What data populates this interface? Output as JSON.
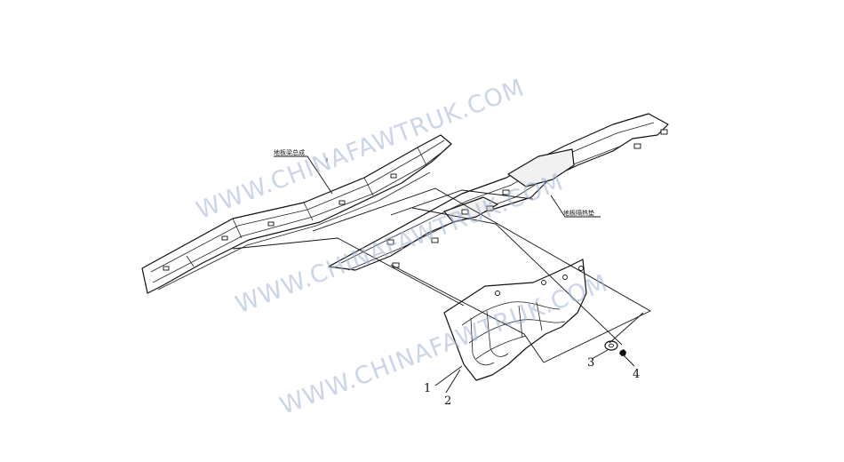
{
  "diagram": {
    "part_labels": {
      "floor_beam_assembly": "地板梁总成",
      "floor_heat_shield": "地板隔热垫"
    },
    "callouts": [
      "1",
      "2",
      "3",
      "4"
    ],
    "watermark": "WWW.CHINAFAWTRUK.COM",
    "colors": {
      "line": "#111111",
      "watermark": "#9eb2d6"
    }
  }
}
